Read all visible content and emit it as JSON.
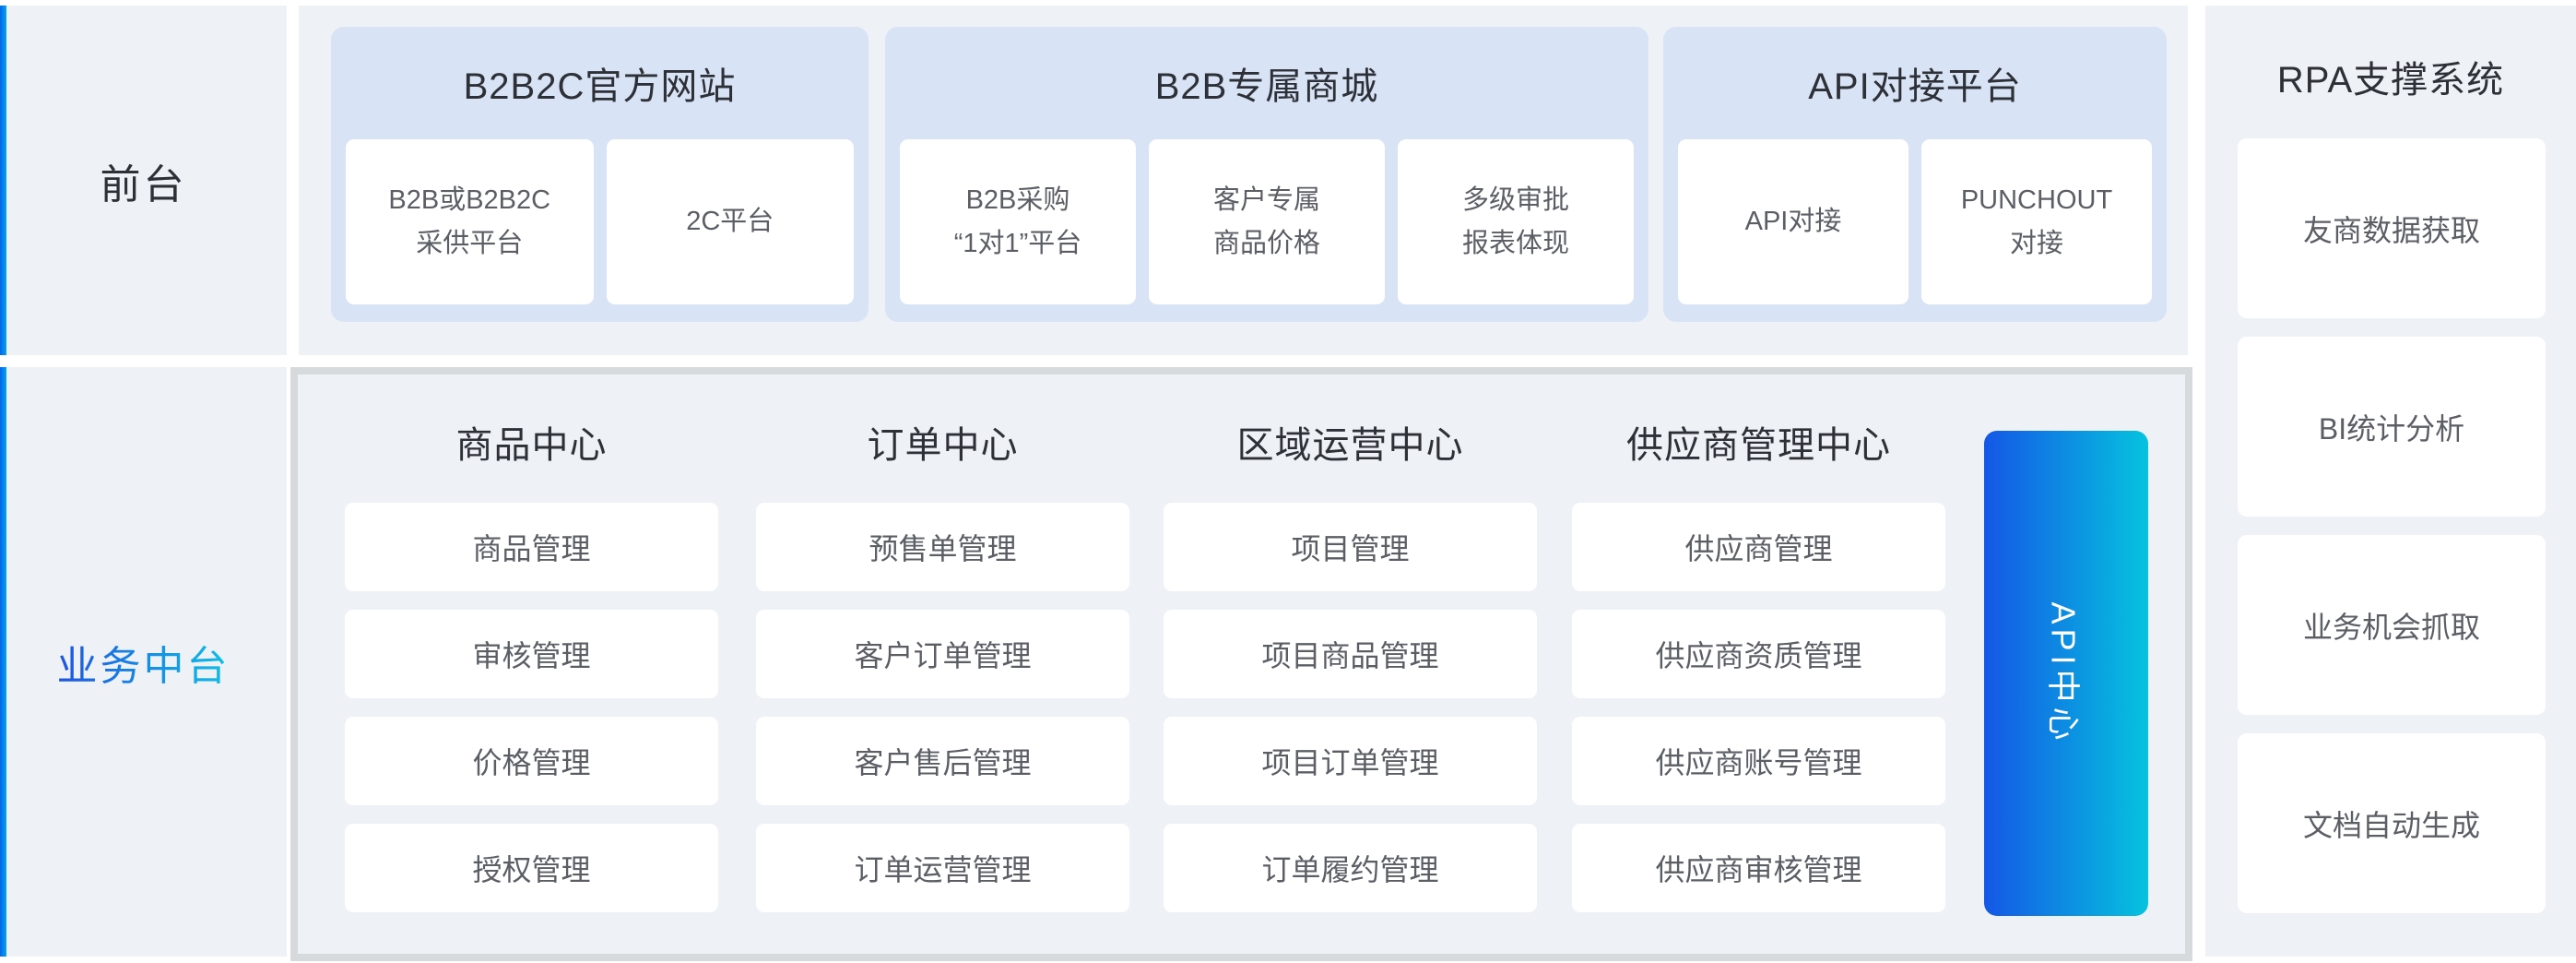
{
  "colors": {
    "panel-bg": "#eef1f6",
    "group-bg": "#d8e3f5",
    "box-border": "#d6dadd",
    "dark-text": "#2d3036",
    "gray-text": "#5b5e64",
    "accent-left": "#0666e4",
    "accent-right": "#00a4f4",
    "grad-blue": "#1e53e2",
    "grad-cyan": "#0fc0e6",
    "api-grad-1": "#1457e6",
    "api-grad-2": "#05c3de"
  },
  "front_stage": {
    "label": "前台"
  },
  "middle_stage": {
    "label": "业务中台"
  },
  "top_groups": [
    {
      "title": "B2B2C官方网站",
      "children": [
        [
          "B2B或B2B2C",
          "采供平台"
        ],
        [
          "2C平台"
        ]
      ]
    },
    {
      "title": "B2B专属商城",
      "children": [
        [
          "B2B采购",
          "“1对1”平台"
        ],
        [
          "客户专属",
          "商品价格"
        ],
        [
          "多级审批",
          "报表体现"
        ]
      ]
    },
    {
      "title": "API对接平台",
      "children": [
        [
          "API对接"
        ],
        [
          "PUNCHOUT",
          "对接"
        ]
      ]
    }
  ],
  "business_center": {
    "columns": [
      {
        "title": "商品中心",
        "items": [
          "商品管理",
          "审核管理",
          "价格管理",
          "授权管理"
        ]
      },
      {
        "title": "订单中心",
        "items": [
          "预售单管理",
          "客户订单管理",
          "客户售后管理",
          "订单运营管理"
        ]
      },
      {
        "title": "区域运营中心",
        "items": [
          "项目管理",
          "项目商品管理",
          "项目订单管理",
          "订单履约管理"
        ]
      },
      {
        "title": "供应商管理中心",
        "items": [
          "供应商管理",
          "供应商资质管理",
          "供应商账号管理",
          "供应商审核管理"
        ]
      }
    ],
    "api_center_label": "API中心"
  },
  "rpa": {
    "title": "RPA支撑系统",
    "items": [
      "友商数据获取",
      "BI统计分析",
      "业务机会抓取",
      "文档自动生成"
    ]
  }
}
